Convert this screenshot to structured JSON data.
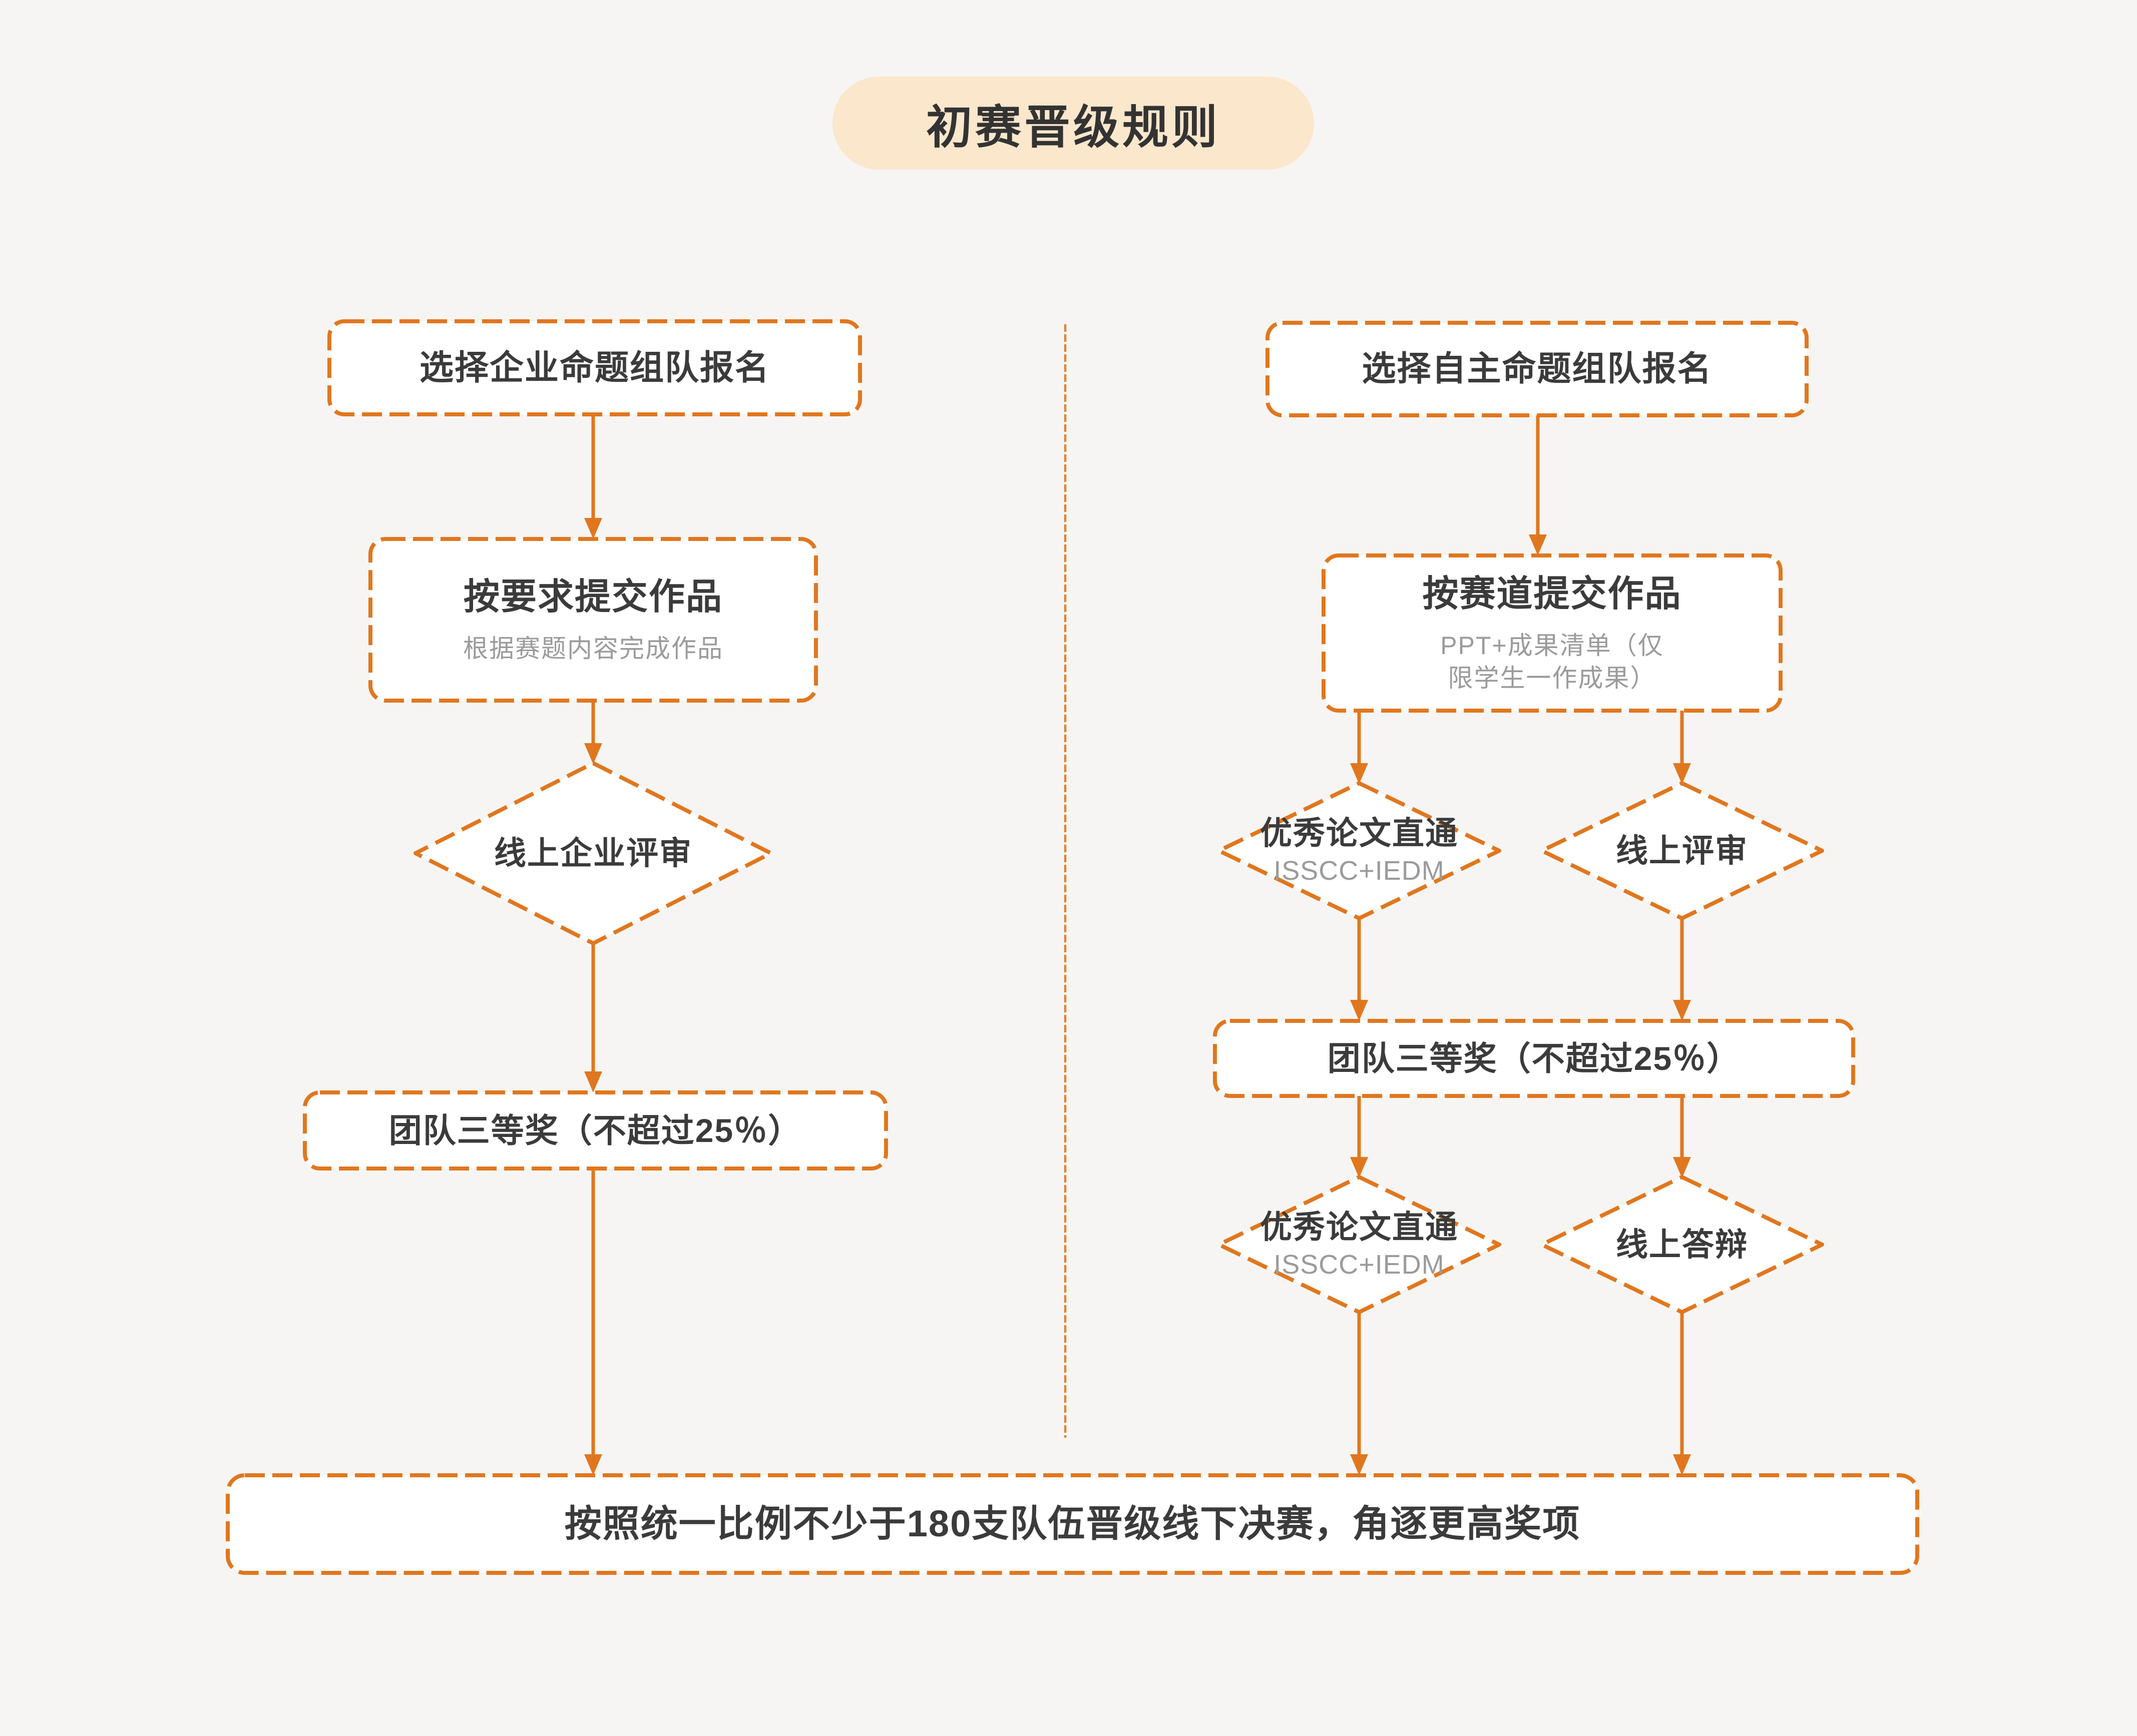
{
  "page": {
    "background": "#f6f5f3",
    "accent_color": "#e0771f",
    "divider_color": "#e0832f",
    "node_fill": "#ffffff",
    "text_dark": "#3b3b3b",
    "text_gray": "#9b9b9b",
    "title_pill_bg": "#fbe7cc"
  },
  "title": {
    "text": "初赛晋级规则"
  },
  "left_flow": {
    "register": "选择企业命题组队报名",
    "submit_title": "按要求提交作品",
    "submit_subtitle": "根据赛题内容完成作品",
    "review": "线上企业评审",
    "award": "团队三等奖（不超过25％）"
  },
  "right_flow": {
    "register": "选择自主命题组队报名",
    "submit_title": "按赛道提交作品",
    "submit_subtitle": "PPT+成果清单（仅限学生一作成果）",
    "direct_pass": {
      "label": "优秀论文直通",
      "sub": "ISSCC+IEDM"
    },
    "online_review": "线上评审",
    "award": "团队三等奖（不超过25％）",
    "direct_pass2": {
      "label": "优秀论文直通",
      "sub": "ISSCC+IEDM"
    },
    "online_defense": "线上答辩"
  },
  "final": {
    "text": "按照统一比例不少于180支队伍晋级线下决赛，角逐更高奖项"
  }
}
